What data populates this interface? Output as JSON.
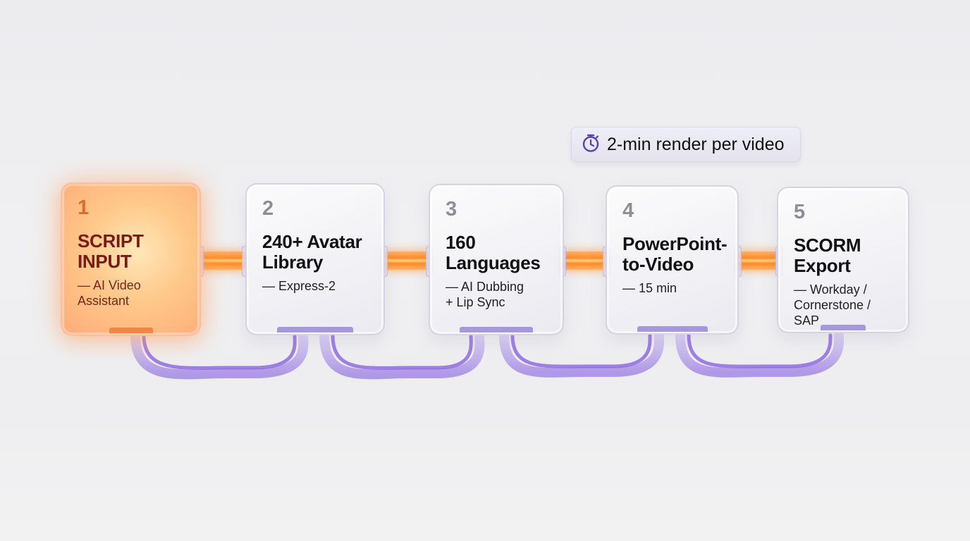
{
  "badge": {
    "icon": "stopwatch-icon",
    "text": "2-min render per video",
    "icon_color": "#5b3fb5"
  },
  "steps": [
    {
      "number": "1",
      "title_line1": "SCRIPT",
      "title_line2": "INPUT",
      "sub_line1": "— AI Video",
      "sub_line2": "Assistant",
      "sub_line3": "",
      "active": true
    },
    {
      "number": "2",
      "title_line1": "240+ Avatar",
      "title_line2": "Library",
      "sub_line1": "— Express-2",
      "sub_line2": "",
      "sub_line3": "",
      "active": false
    },
    {
      "number": "3",
      "title_line1": "160",
      "title_line2": "Languages",
      "sub_line1": "— AI Dubbing",
      "sub_line2": "+ Lip Sync",
      "sub_line3": "",
      "active": false
    },
    {
      "number": "4",
      "title_line1": "PowerPoint-",
      "title_line2": "to-Video",
      "sub_line1": "— 15 min",
      "sub_line2": "",
      "sub_line3": "",
      "active": false
    },
    {
      "number": "5",
      "title_line1": "SCORM",
      "title_line2": "Export",
      "sub_line1": "— Workday /",
      "sub_line2": "Cornerstone /",
      "sub_line3": "SAP",
      "active": false
    }
  ],
  "colors": {
    "active_accent": "#ff8a2a",
    "tube_purple": "#8a63e0",
    "background": "#efeff1"
  }
}
